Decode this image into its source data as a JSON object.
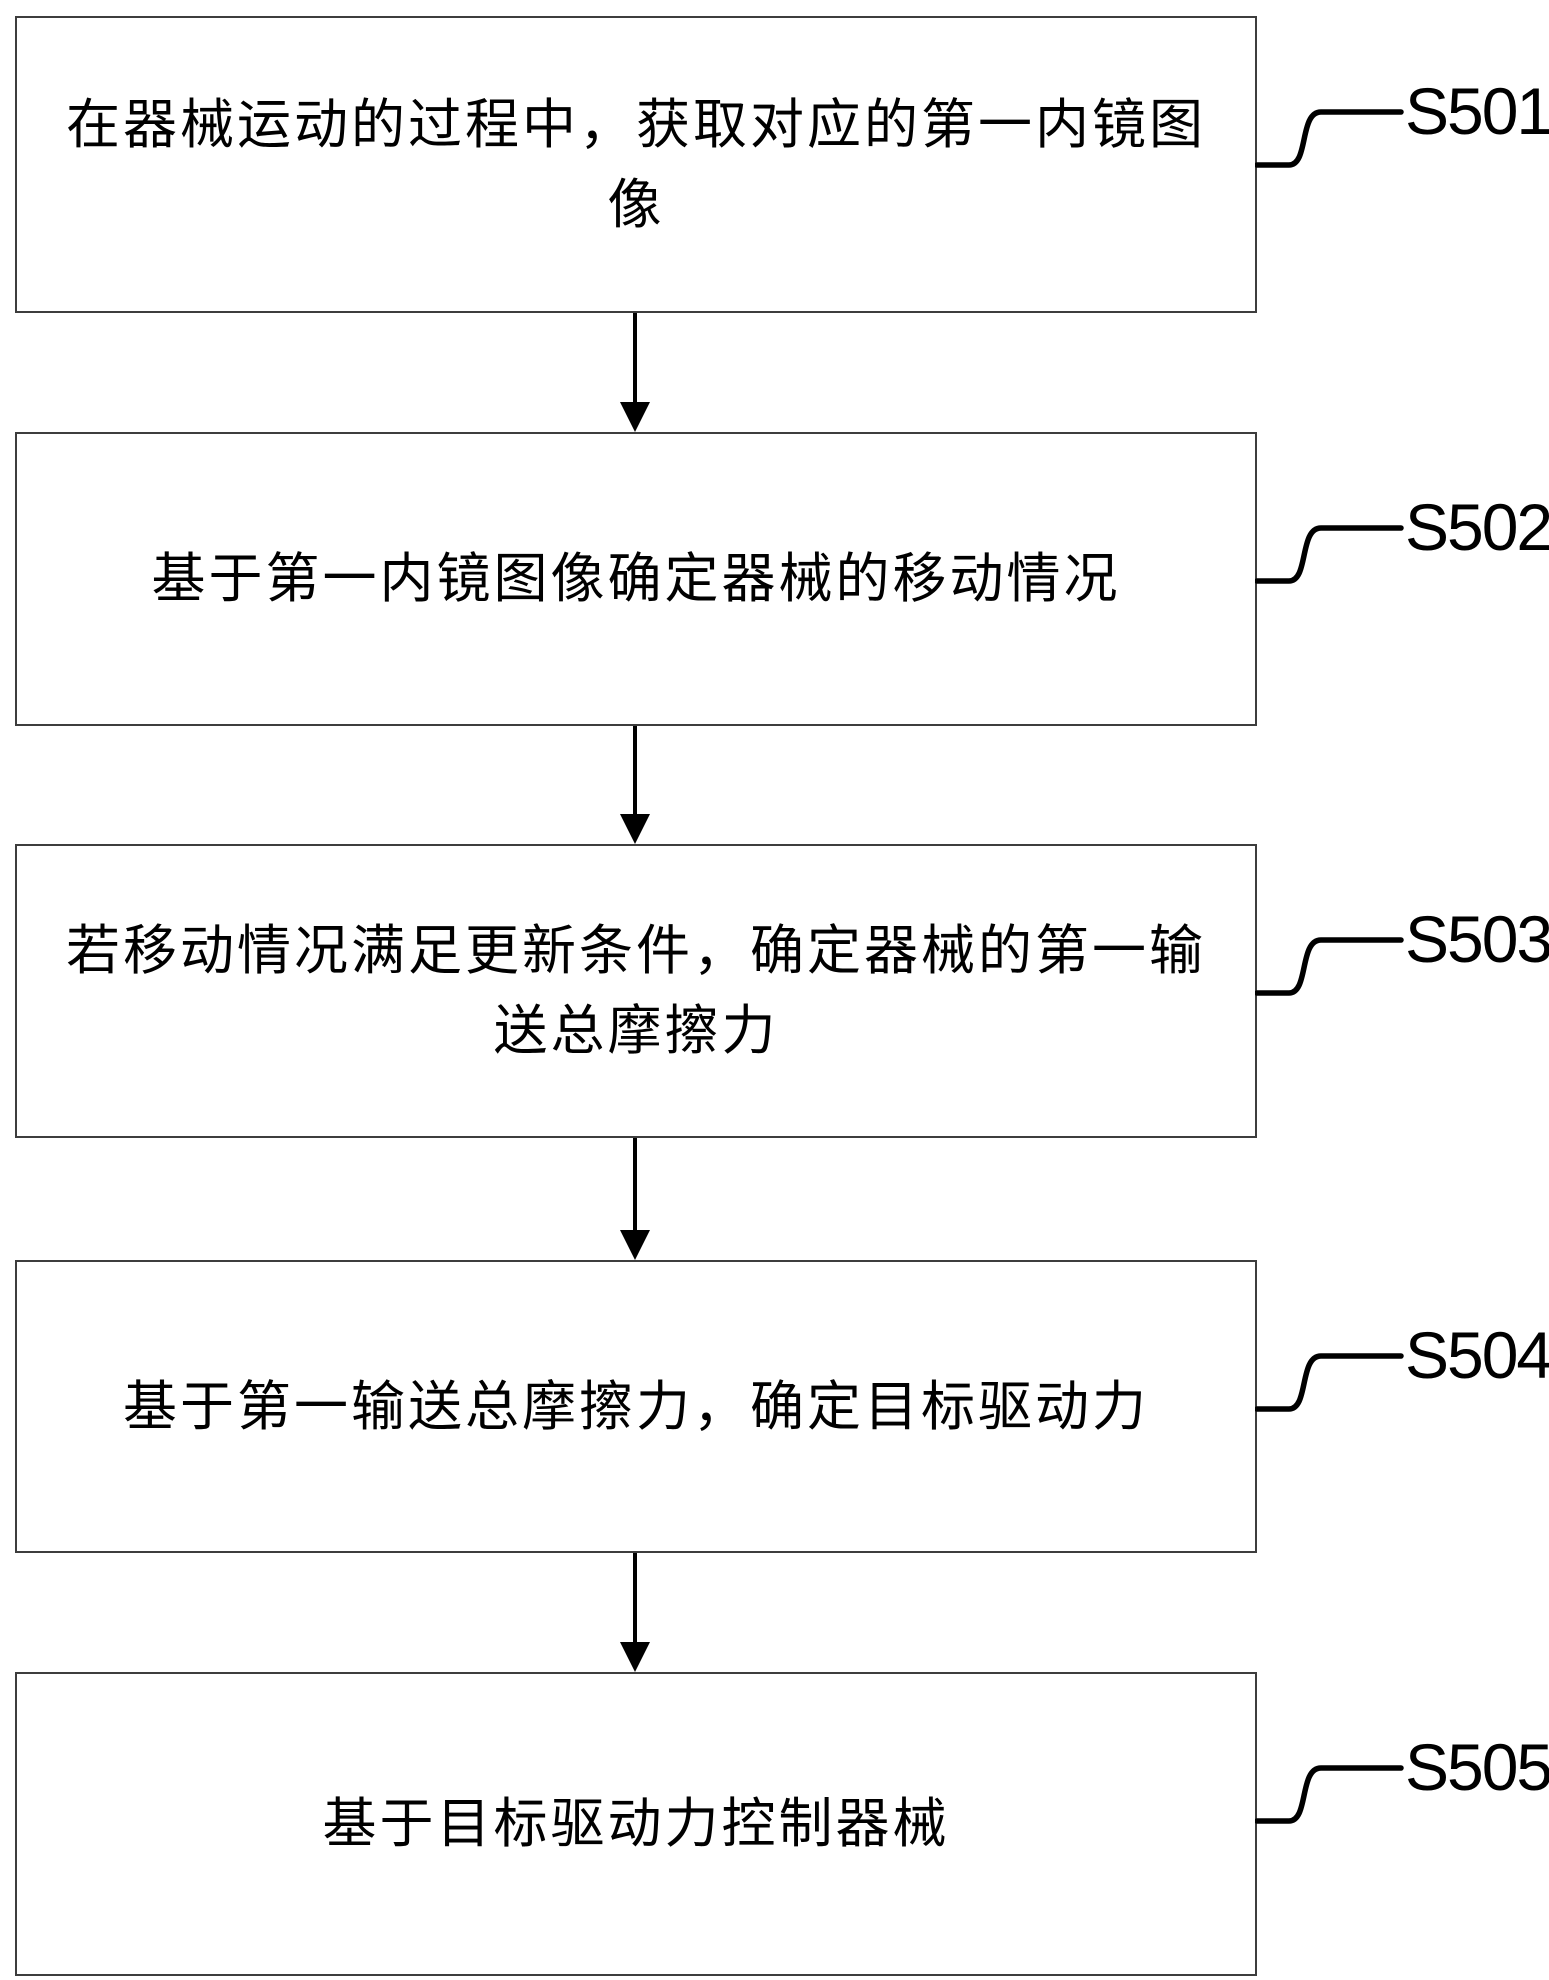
{
  "diagram": {
    "type": "flowchart",
    "direction": "top-to-bottom",
    "steps": [
      {
        "label": "S501",
        "lines": [
          "在器械运动的过程中，获取对应的第一内镜图",
          "像"
        ],
        "text": "在器械运动的过程中，获取对应的第一内镜图像"
      },
      {
        "label": "S502",
        "lines": [
          "基于第一内镜图像确定器械的移动情况"
        ],
        "text": "基于第一内镜图像确定器械的移动情况"
      },
      {
        "label": "S503",
        "lines": [
          "若移动情况满足更新条件，确定器械的第一输",
          "送总摩擦力"
        ],
        "text": "若移动情况满足更新条件，确定器械的第一输送总摩擦力"
      },
      {
        "label": "S504",
        "lines": [
          "基于第一输送总摩擦力，确定目标驱动力"
        ],
        "text": "基于第一输送总摩擦力，确定目标驱动力"
      },
      {
        "label": "S505",
        "lines": [
          "基于目标驱动力控制器械"
        ],
        "text": "基于目标驱动力控制器械"
      }
    ],
    "flow_order": "S501 → S502 → S503 → S504 → S505"
  },
  "colors": {
    "background": "#ffffff",
    "box_border": "#3d3d3d",
    "line": "#000000",
    "text": "#000000"
  }
}
